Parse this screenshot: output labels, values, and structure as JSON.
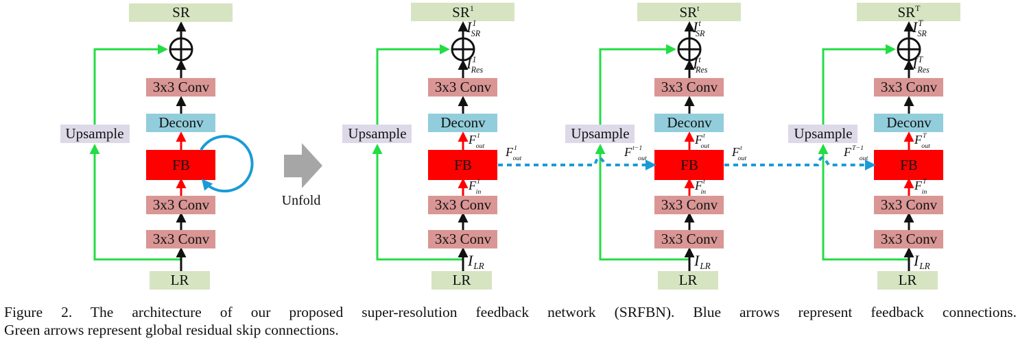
{
  "figure": {
    "colors": {
      "sr_lr_box": "#d6e4c1",
      "conv_box": "#d99694",
      "deconv_box": "#92cddc",
      "fb_box": "#ff0000",
      "upsample_box": "#ddd9e8",
      "feedback_arrow": "#1a9bd7",
      "skip_arrow": "#22dd44",
      "data_arrow": "#111111",
      "fb_arrow": "#ff0000",
      "unfold_arrow": "#a6a6a6"
    },
    "folded": {
      "sr_label": "SR",
      "conv_top_label": "3x3 Conv",
      "deconv_label": "Deconv",
      "fb_label": "FB",
      "conv_mid_label": "3x3 Conv",
      "conv_bot_label": "3x3 Conv",
      "lr_label": "LR",
      "upsample_label": "Upsample"
    },
    "unfold_label": "Unfold",
    "unfolded": [
      {
        "step": "1",
        "sr_label": "SR",
        "sr_sup": "1",
        "conv_top_label": "3x3 Conv",
        "deconv_label": "Deconv",
        "fb_label": "FB",
        "conv_mid_label": "3x3 Conv",
        "conv_bot_label": "3x3 Conv",
        "lr_label": "LR",
        "upsample_label": "Upsample",
        "i_sr": {
          "base": "I",
          "sup": "1",
          "sub": "SR"
        },
        "i_res": {
          "base": "I",
          "sup": "1",
          "sub": "Res"
        },
        "f_out": {
          "base": "F",
          "sup": "1",
          "sub": "out"
        },
        "f_in": {
          "base": "F",
          "sup": "1",
          "sub": "in"
        },
        "i_lr": {
          "base": "I",
          "sub": "LR"
        },
        "feedback_out": {
          "base": "F",
          "sup": "1",
          "sub": "out"
        }
      },
      {
        "step": "t",
        "sr_label": "SR",
        "sr_sup": "t",
        "conv_top_label": "3x3 Conv",
        "deconv_label": "Deconv",
        "fb_label": "FB",
        "conv_mid_label": "3x3 Conv",
        "conv_bot_label": "3x3 Conv",
        "lr_label": "LR",
        "upsample_label": "Upsample",
        "i_sr": {
          "base": "I",
          "sup": "t",
          "sub": "SR"
        },
        "i_res": {
          "base": "I",
          "sup": "t",
          "sub": "Res"
        },
        "f_out": {
          "base": "F",
          "sup": "t",
          "sub": "out"
        },
        "f_in": {
          "base": "F",
          "sup": "t",
          "sub": "in"
        },
        "i_lr": {
          "base": "I",
          "sub": "LR"
        },
        "feedback_in": {
          "base": "F",
          "sup": "t−1",
          "sub": "out"
        },
        "feedback_out": {
          "base": "F",
          "sup": "t",
          "sub": "out"
        }
      },
      {
        "step": "T",
        "sr_label": "SR",
        "sr_sup": "T",
        "conv_top_label": "3x3 Conv",
        "deconv_label": "Deconv",
        "fb_label": "FB",
        "conv_mid_label": "3x3 Conv",
        "conv_bot_label": "3x3 Conv",
        "lr_label": "LR",
        "upsample_label": "Upsample",
        "i_sr": {
          "base": "I",
          "sup": "T",
          "sub": "SR"
        },
        "i_res": {
          "base": "I",
          "sup": "T",
          "sub": "Res"
        },
        "f_out": {
          "base": "F",
          "sup": "T",
          "sub": "out"
        },
        "f_in": {
          "base": "F",
          "sup": "T",
          "sub": "in"
        },
        "i_lr": {
          "base": "I",
          "sub": "LR"
        },
        "feedback_in": {
          "base": "F",
          "sup": "T−1",
          "sub": "out"
        }
      }
    ]
  },
  "caption": {
    "line1": "Figure 2. The architecture of our proposed super-resolution feedback network (SRFBN). Blue arrows represent feedback connections.",
    "line2": "Green arrows represent global residual skip connections."
  }
}
